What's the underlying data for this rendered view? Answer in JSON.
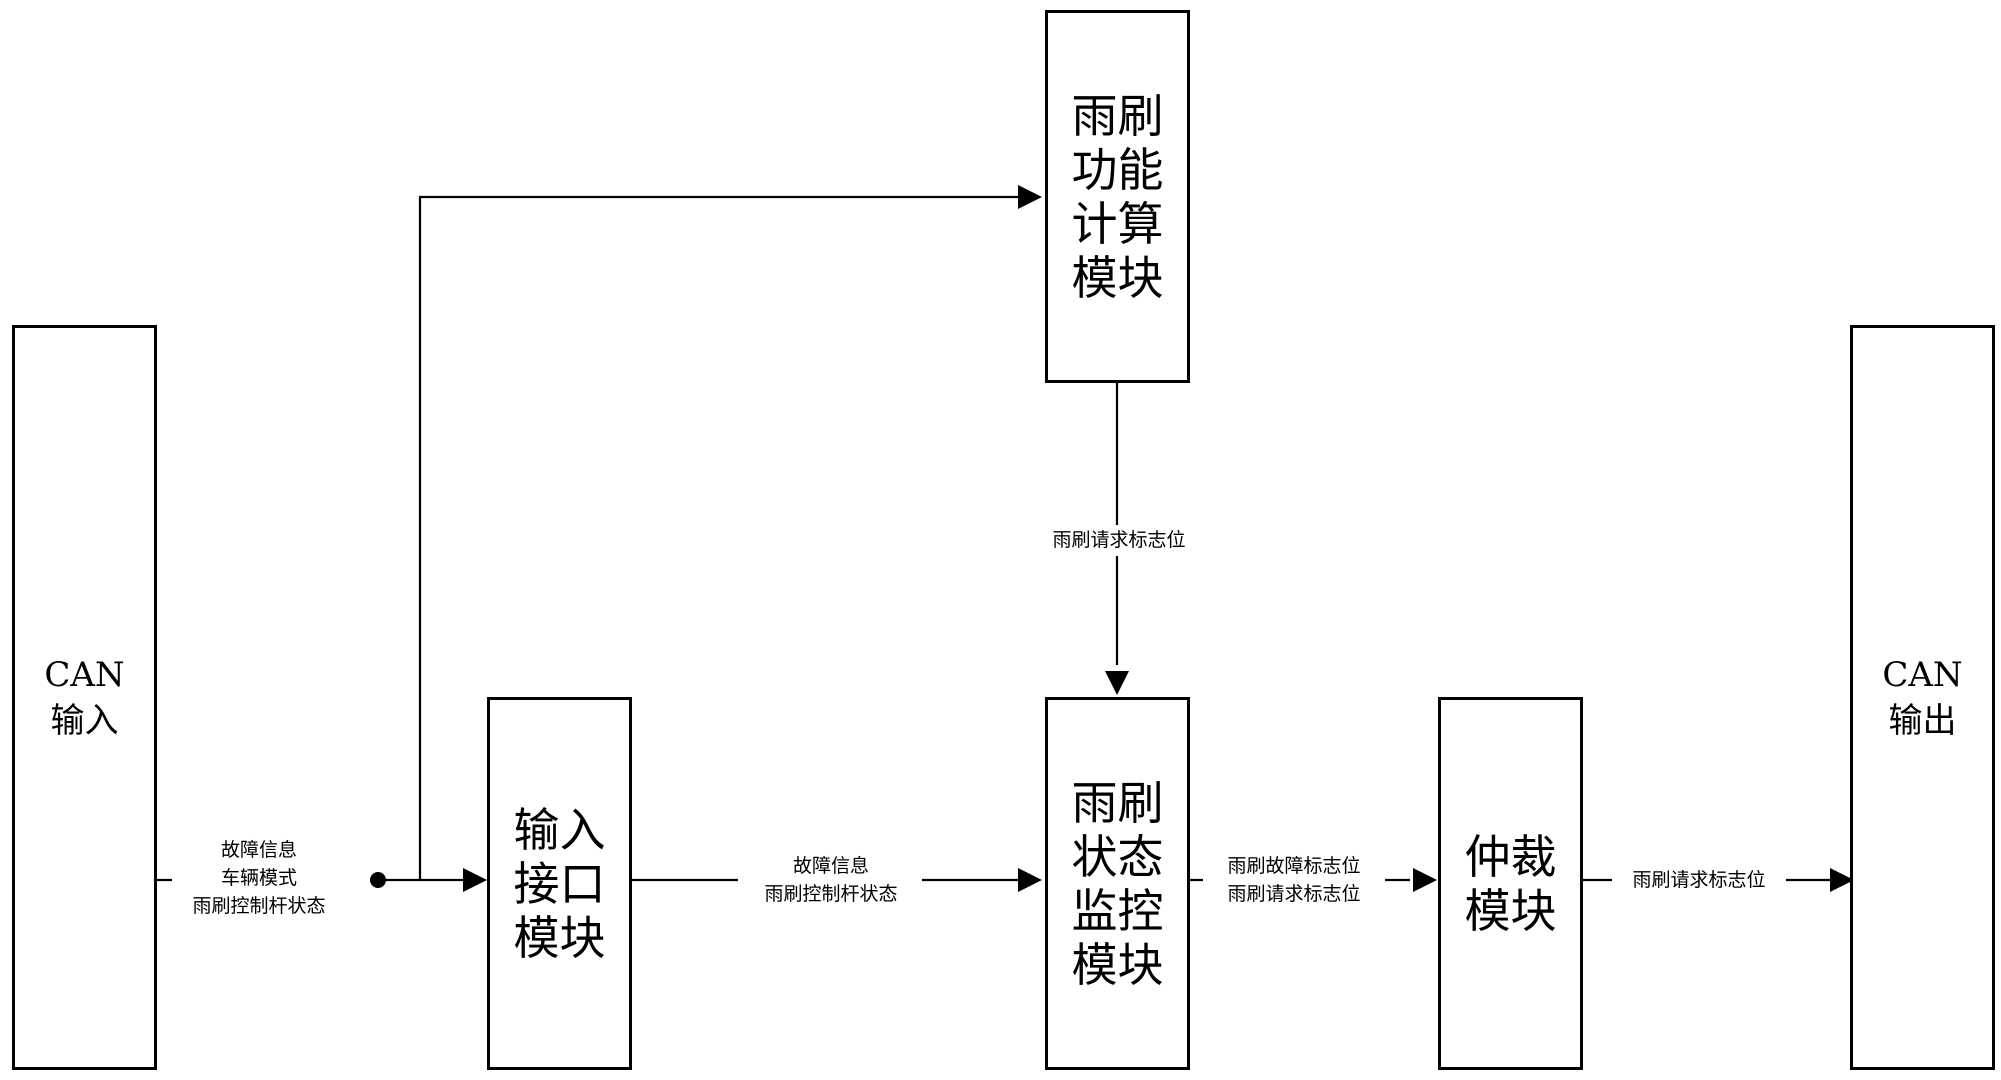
{
  "nodes": {
    "can_input": {
      "lines": [
        "CAN",
        "输入"
      ]
    },
    "input_interface": {
      "lines": [
        "输入",
        "接口",
        "模块"
      ]
    },
    "wiper_calc": {
      "lines": [
        "雨刷",
        "功能",
        "计算",
        "模块"
      ]
    },
    "wiper_monitor": {
      "lines": [
        "雨刷",
        "状态",
        "监控",
        "模块"
      ]
    },
    "arbitration": {
      "lines": [
        "仲裁",
        "模块"
      ]
    },
    "can_output": {
      "lines": [
        "CAN",
        "输出"
      ]
    }
  },
  "edges": {
    "can_to_interface": {
      "lines": [
        "故障信息",
        "车辆模式",
        "雨刷控制杆状态"
      ]
    },
    "interface_to_monitor": {
      "lines": [
        "故障信息",
        "雨刷控制杆状态"
      ]
    },
    "calc_to_monitor": {
      "lines": [
        "雨刷请求标志位"
      ]
    },
    "monitor_to_arbitration": {
      "lines": [
        "雨刷故障标志位",
        "雨刷请求标志位"
      ]
    },
    "arbitration_to_output": {
      "lines": [
        "雨刷请求标志位"
      ]
    }
  }
}
